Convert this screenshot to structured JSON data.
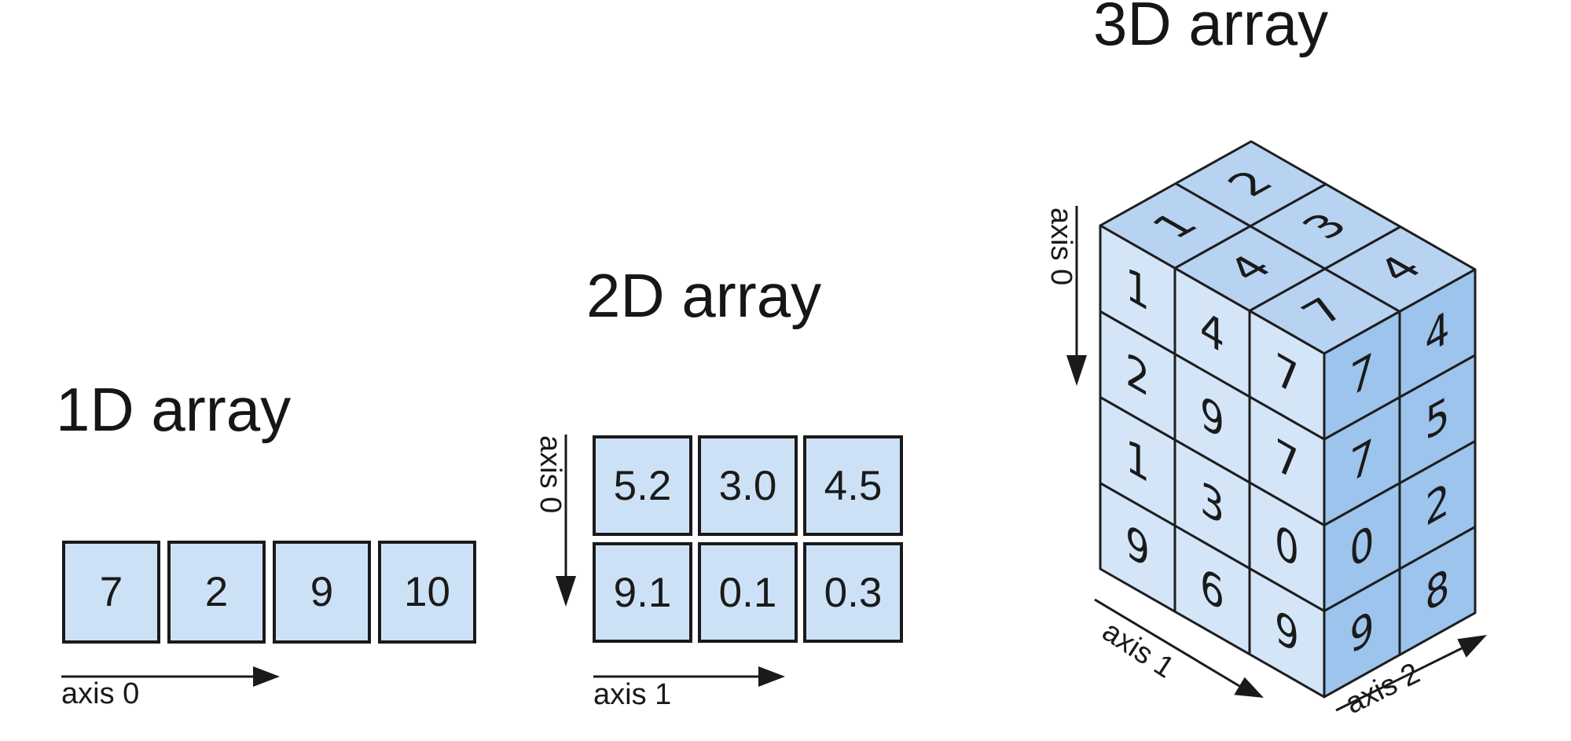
{
  "figure": {
    "background": "#ffffff",
    "stroke_color": "#1a1a1a",
    "text_color": "#161616"
  },
  "array_1d": {
    "title": "1D array",
    "axis0_label": "axis 0",
    "values": [
      "7",
      "2",
      "9",
      "10"
    ],
    "cell_fill": "#cde1f6"
  },
  "array_2d": {
    "title": "2D array",
    "axis0_label": "axis 0",
    "axis1_label": "axis 1",
    "rows": [
      [
        "5.2",
        "3.0",
        "4.5"
      ],
      [
        "9.1",
        "0.1",
        "0.3"
      ]
    ],
    "cell_fill": "#cde1f6"
  },
  "array_3d": {
    "title": "3D array",
    "axis0_label": "axis 0",
    "axis1_label": "axis 1",
    "axis2_label": "axis 2",
    "top_face": [
      [
        "1",
        "2"
      ],
      [
        "4",
        "3"
      ],
      [
        "7",
        "4"
      ]
    ],
    "front_face": [
      [
        "1",
        "4",
        "7"
      ],
      [
        "2",
        "9",
        "7"
      ],
      [
        "1",
        "3",
        "0"
      ],
      [
        "9",
        "6",
        "9"
      ]
    ],
    "right_face": [
      [
        "7",
        "4"
      ],
      [
        "7",
        "5"
      ],
      [
        "0",
        "2"
      ],
      [
        "9",
        "8"
      ]
    ],
    "face_fills": {
      "top": "#b7d3f1",
      "front": "#d4e5f8",
      "right": "#9cc4ec"
    }
  }
}
